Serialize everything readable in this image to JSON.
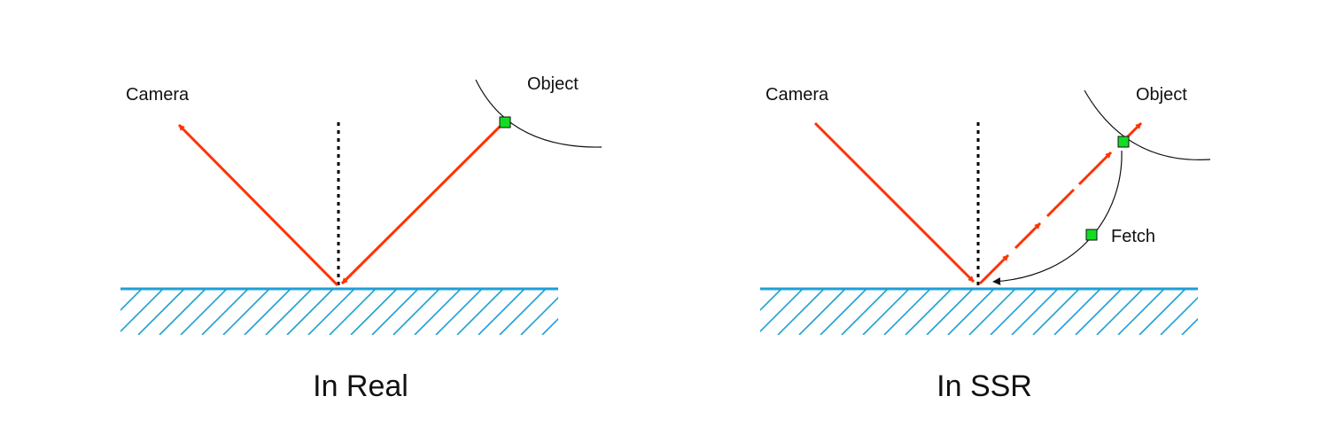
{
  "colors": {
    "ray": "#ff3300",
    "surface": "#1f9fd6",
    "point": "#11dd22",
    "outline": "#111111",
    "normal": "#000000"
  },
  "panels": [
    {
      "caption": "In Real",
      "labels": {
        "camera": "Camera",
        "object": "Object"
      }
    },
    {
      "caption": "In SSR",
      "labels": {
        "camera": "Camera",
        "object": "Object",
        "fetch": "Fetch"
      }
    }
  ]
}
